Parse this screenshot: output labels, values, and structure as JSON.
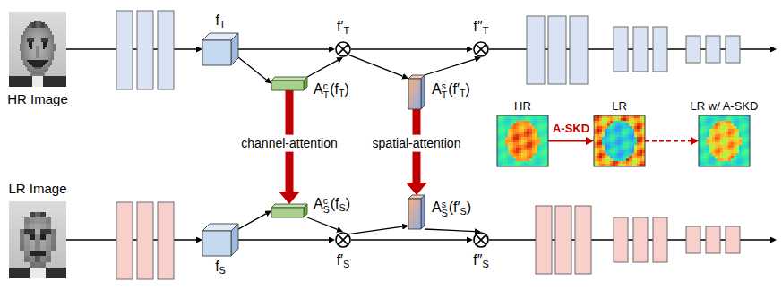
{
  "diagram": {
    "nodes": [
      {
        "text": [
          "HR Image"
        ]
      },
      {
        "text": [
          "fT"
        ]
      },
      {
        "text": [
          "AcT(fT)"
        ]
      },
      {
        "text": [
          "f′T"
        ]
      },
      {
        "text": [
          "AsT(f′T)"
        ]
      },
      {
        "text": [
          "f″T"
        ]
      },
      {
        "text": [
          "HR"
        ]
      },
      {
        "text": [
          "LR"
        ]
      },
      {
        "text": [
          "LR w/ A-SKD"
        ]
      },
      {
        "text": [
          "LR Image"
        ]
      },
      {
        "text": [
          "fS"
        ]
      },
      {
        "text": [
          "AcS(fS)"
        ]
      },
      {
        "text": [
          "f′S"
        ]
      },
      {
        "text": [
          "AsS(f′S)"
        ]
      },
      {
        "text": [
          "f″S"
        ]
      }
    ],
    "edges": [
      {
        "from": 0,
        "to": 1,
        "arrow": "to"
      },
      {
        "from": 1,
        "to": 3,
        "arrow": "to"
      },
      {
        "from": 1,
        "to": 2,
        "arrow": "to"
      },
      {
        "from": 2,
        "to": 3,
        "arrow": "to"
      },
      {
        "from": 3,
        "to": 4,
        "arrow": "to"
      },
      {
        "from": 4,
        "to": 5,
        "arrow": "to"
      },
      {
        "from": 3,
        "to": 5,
        "arrow": "to"
      },
      {
        "from": 2,
        "to": 11,
        "label": "channel-attention",
        "arrow": "to"
      },
      {
        "from": 4,
        "to": 13,
        "label": "spatial-attention",
        "arrow": "to"
      },
      {
        "from": 9,
        "to": 10,
        "arrow": "to"
      },
      {
        "from": 10,
        "to": 12,
        "arrow": "to"
      },
      {
        "from": 10,
        "to": 11,
        "arrow": "to"
      },
      {
        "from": 11,
        "to": 12,
        "arrow": "to"
      },
      {
        "from": 12,
        "to": 13,
        "arrow": "to"
      },
      {
        "from": 13,
        "to": 14,
        "arrow": "to"
      },
      {
        "from": 12,
        "to": 14,
        "arrow": "to"
      },
      {
        "from": 6,
        "to": 7,
        "label": "A-SKD",
        "arrow": "to"
      },
      {
        "from": 7,
        "to": 8,
        "arrow": "to"
      }
    ]
  }
}
